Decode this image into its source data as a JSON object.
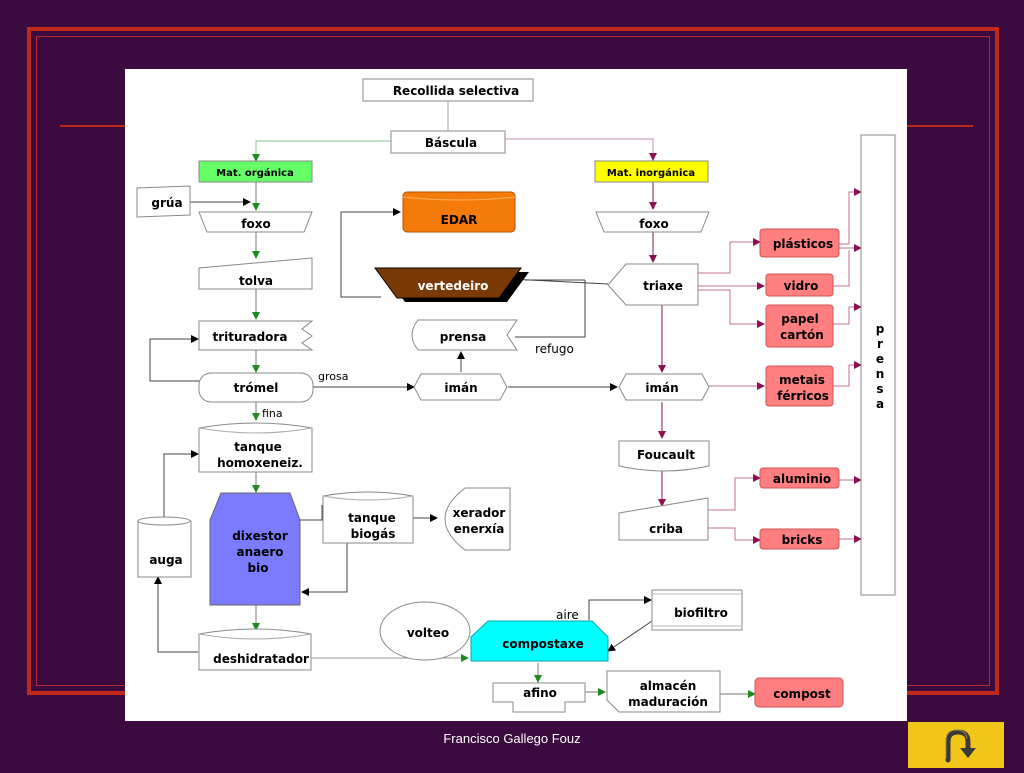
{
  "footer": {
    "author": "Francisco Gallego Fouz"
  },
  "nav": {
    "return_icon": "u-turn-return-icon"
  },
  "colors": {
    "background": "#3b0a3f",
    "frame": "#c0281a",
    "organic_green": "#66ff66",
    "inorganic_yellow": "#ffff00",
    "edar_orange": "#f47a0a",
    "vertedeiro_brown": "#7a3a08",
    "digester_blue": "#7b7bff",
    "compost_cyan": "#00ffff",
    "output_pink": "#ff7f80",
    "button_gold": "#f2c618"
  },
  "diagram": {
    "recollida": "Recollida selectiva",
    "bascula": "Báscula",
    "mat_organica": "Mat. orgánica",
    "mat_inorganica": "Mat. inorgánica",
    "grua": "grúa",
    "foxo_left": "foxo",
    "foxo_right": "foxo",
    "edar": "EDAR",
    "vertedeiro": "vertedeiro",
    "tolva": "tolva",
    "trituradora": "trituradora",
    "prensa_mid": "prensa",
    "refugo": "refugo",
    "triaxe": "triaxe",
    "tromel": "trómel",
    "grosa": "grosa",
    "fina": "fina",
    "iman_mid": "imán",
    "iman_right": "imán",
    "tanque_homo_1": "tanque",
    "tanque_homo_2": "homoxeneiz.",
    "foucault": "Foucault",
    "dixestor_1": "dixestor",
    "dixestor_2": "anaero",
    "dixestor_3": "bio",
    "tanque_biogas_1": "tanque",
    "tanque_biogas_2": "biogás",
    "xerador_1": "xerador",
    "xerador_2": "enerxía",
    "criba": "criba",
    "auga": "auga",
    "aire": "aire",
    "biofiltro": "biofiltro",
    "volteo": "volteo",
    "compostaxe": "compostaxe",
    "deshidratador": "deshidratador",
    "afino": "afino",
    "almacen_1": "almacén",
    "almacen_2": "maduración",
    "compost": "compost",
    "plasticos": "plásticos",
    "vidro": "vidro",
    "papel_1": "papel",
    "papel_2": "cartón",
    "metais_1": "metais",
    "metais_2": "férricos",
    "aluminio": "aluminio",
    "bricks": "bricks",
    "prensa_vertical": [
      "p",
      "r",
      "e",
      "n",
      "s",
      "a"
    ]
  }
}
